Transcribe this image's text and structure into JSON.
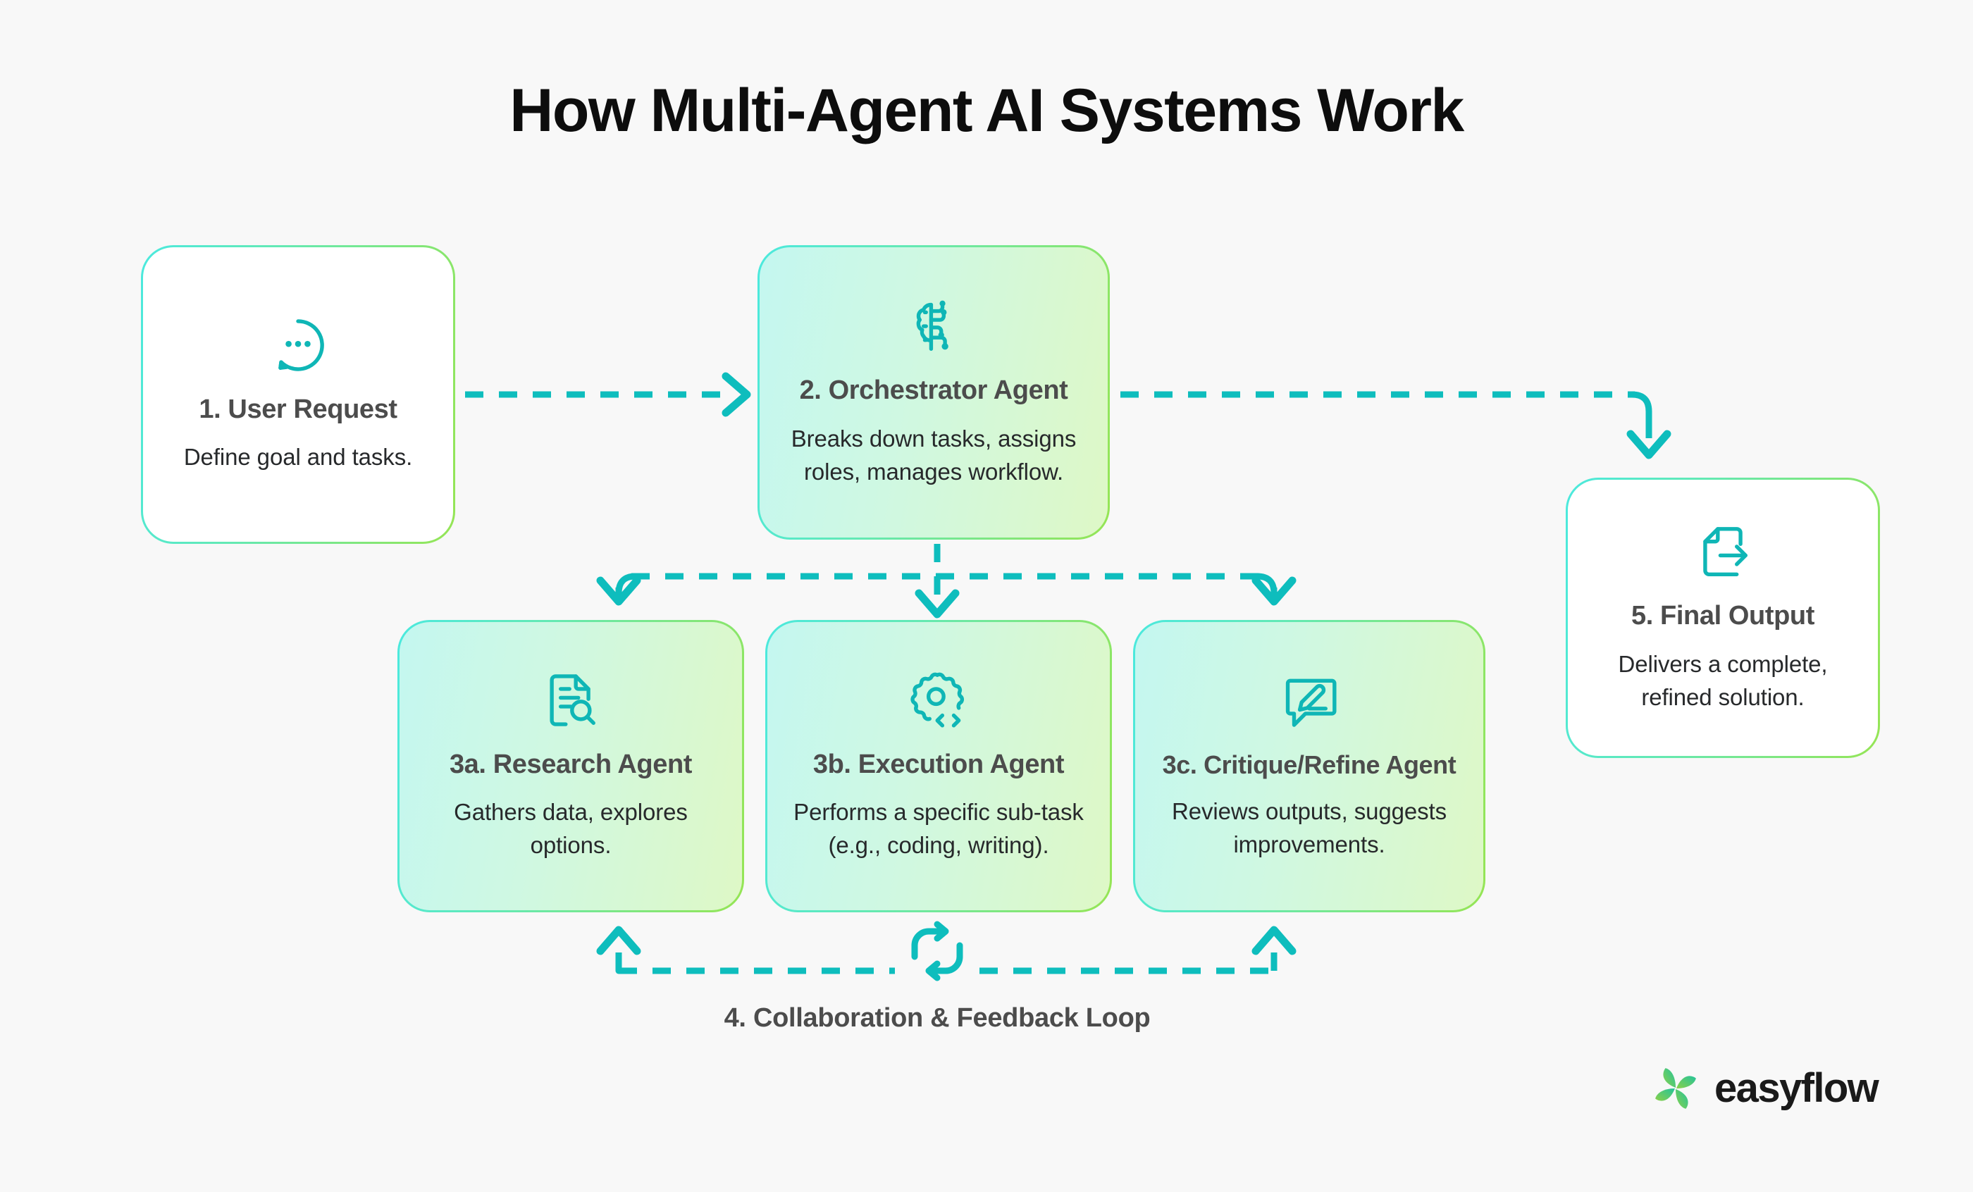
{
  "page": {
    "title": "How Multi-Agent AI Systems Work",
    "background_color": "#F8F8F8"
  },
  "colors": {
    "accent_teal": "#0FB6B6",
    "connector_teal": "#0EBDBD",
    "gradient_start": "#4BE9DE",
    "gradient_end": "#96E554",
    "card_fill_start": "#C4F7F0",
    "card_fill_end": "#DEF8C6",
    "heading_text": "#4C4C4C",
    "body_text": "#27292B",
    "title_text": "#0D0D0D"
  },
  "nodes": [
    {
      "id": "user-request",
      "title": "1.  User Request",
      "desc": "Define goal and tasks.",
      "icon": "chat-bubble-dots-icon",
      "fill": "white"
    },
    {
      "id": "orchestrator",
      "title": "2. Orchestrator Agent",
      "desc": "Breaks down tasks, assigns roles, manages workflow.",
      "icon": "brain-circuit-icon",
      "fill": "tint"
    },
    {
      "id": "research",
      "title": "3a. Research Agent",
      "desc": "Gathers data, explores options.",
      "icon": "document-search-icon",
      "fill": "tint"
    },
    {
      "id": "execution",
      "title": "3b. Execution Agent",
      "desc": "Performs a specific sub-task (e.g., coding, writing).",
      "icon": "gear-code-icon",
      "fill": "tint"
    },
    {
      "id": "critique",
      "title": "3c. Critique/Refine Agent",
      "desc": "Reviews outputs, suggests improvements.",
      "icon": "message-edit-icon",
      "fill": "tint"
    },
    {
      "id": "final-output",
      "title": "5.  Final Output",
      "desc": "Delivers a complete, refined solution.",
      "icon": "file-export-icon",
      "fill": "white"
    }
  ],
  "loop": {
    "label": "4.  Collaboration & Feedback Loop",
    "icon": "refresh-cycle-icon"
  },
  "brand": {
    "name": "easyflow",
    "mark": "flower-petal-logo-icon"
  }
}
